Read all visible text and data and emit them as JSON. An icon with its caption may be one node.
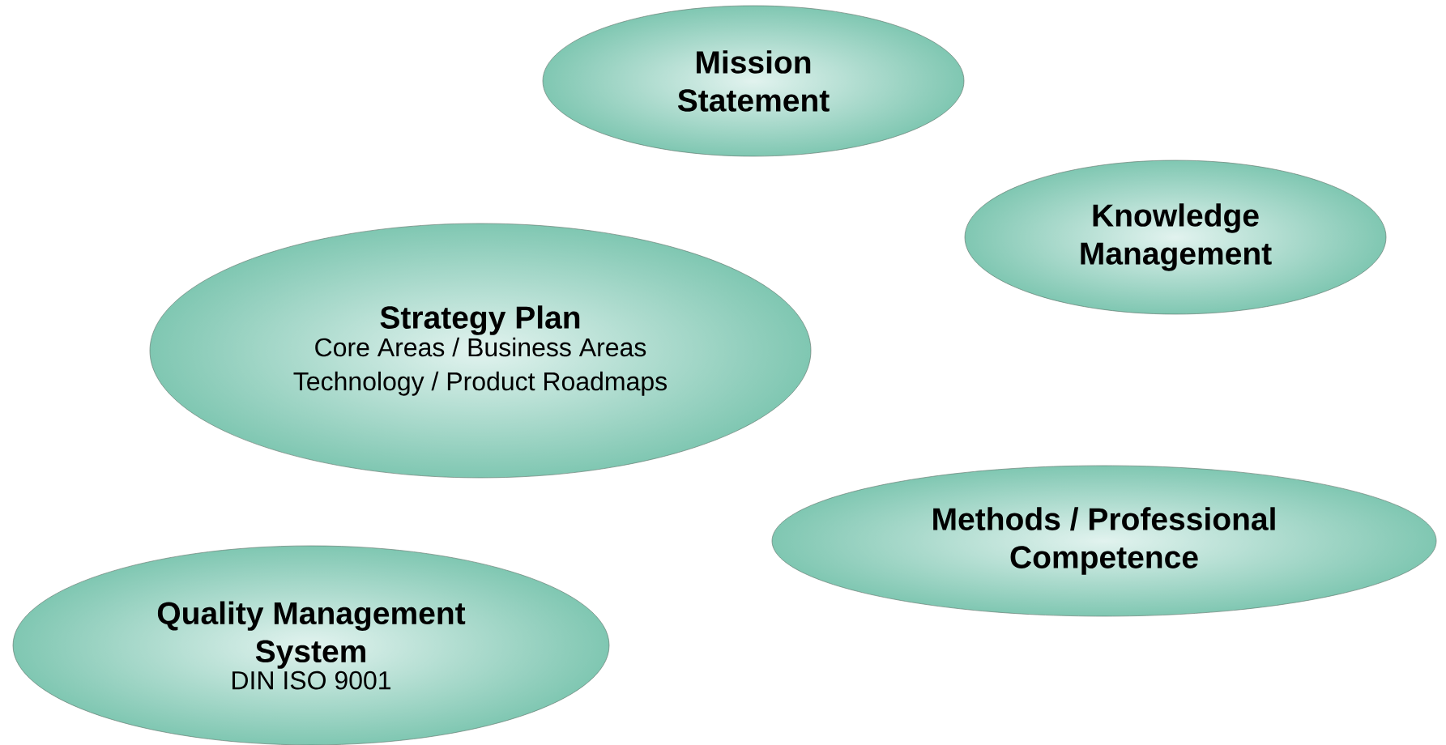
{
  "diagram": {
    "nodes": [
      {
        "text": [
          "Mission Statement"
        ]
      },
      {
        "text": [
          "Knowledge Management"
        ]
      },
      {
        "text": [
          "Strategy Plan",
          "Core Areas / Business Areas Technology / Product Roadmaps"
        ]
      },
      {
        "text": [
          "Methods / Professional Competence"
        ]
      },
      {
        "text": [
          "Quality Management System",
          "DIN ISO 9001"
        ]
      }
    ]
  }
}
